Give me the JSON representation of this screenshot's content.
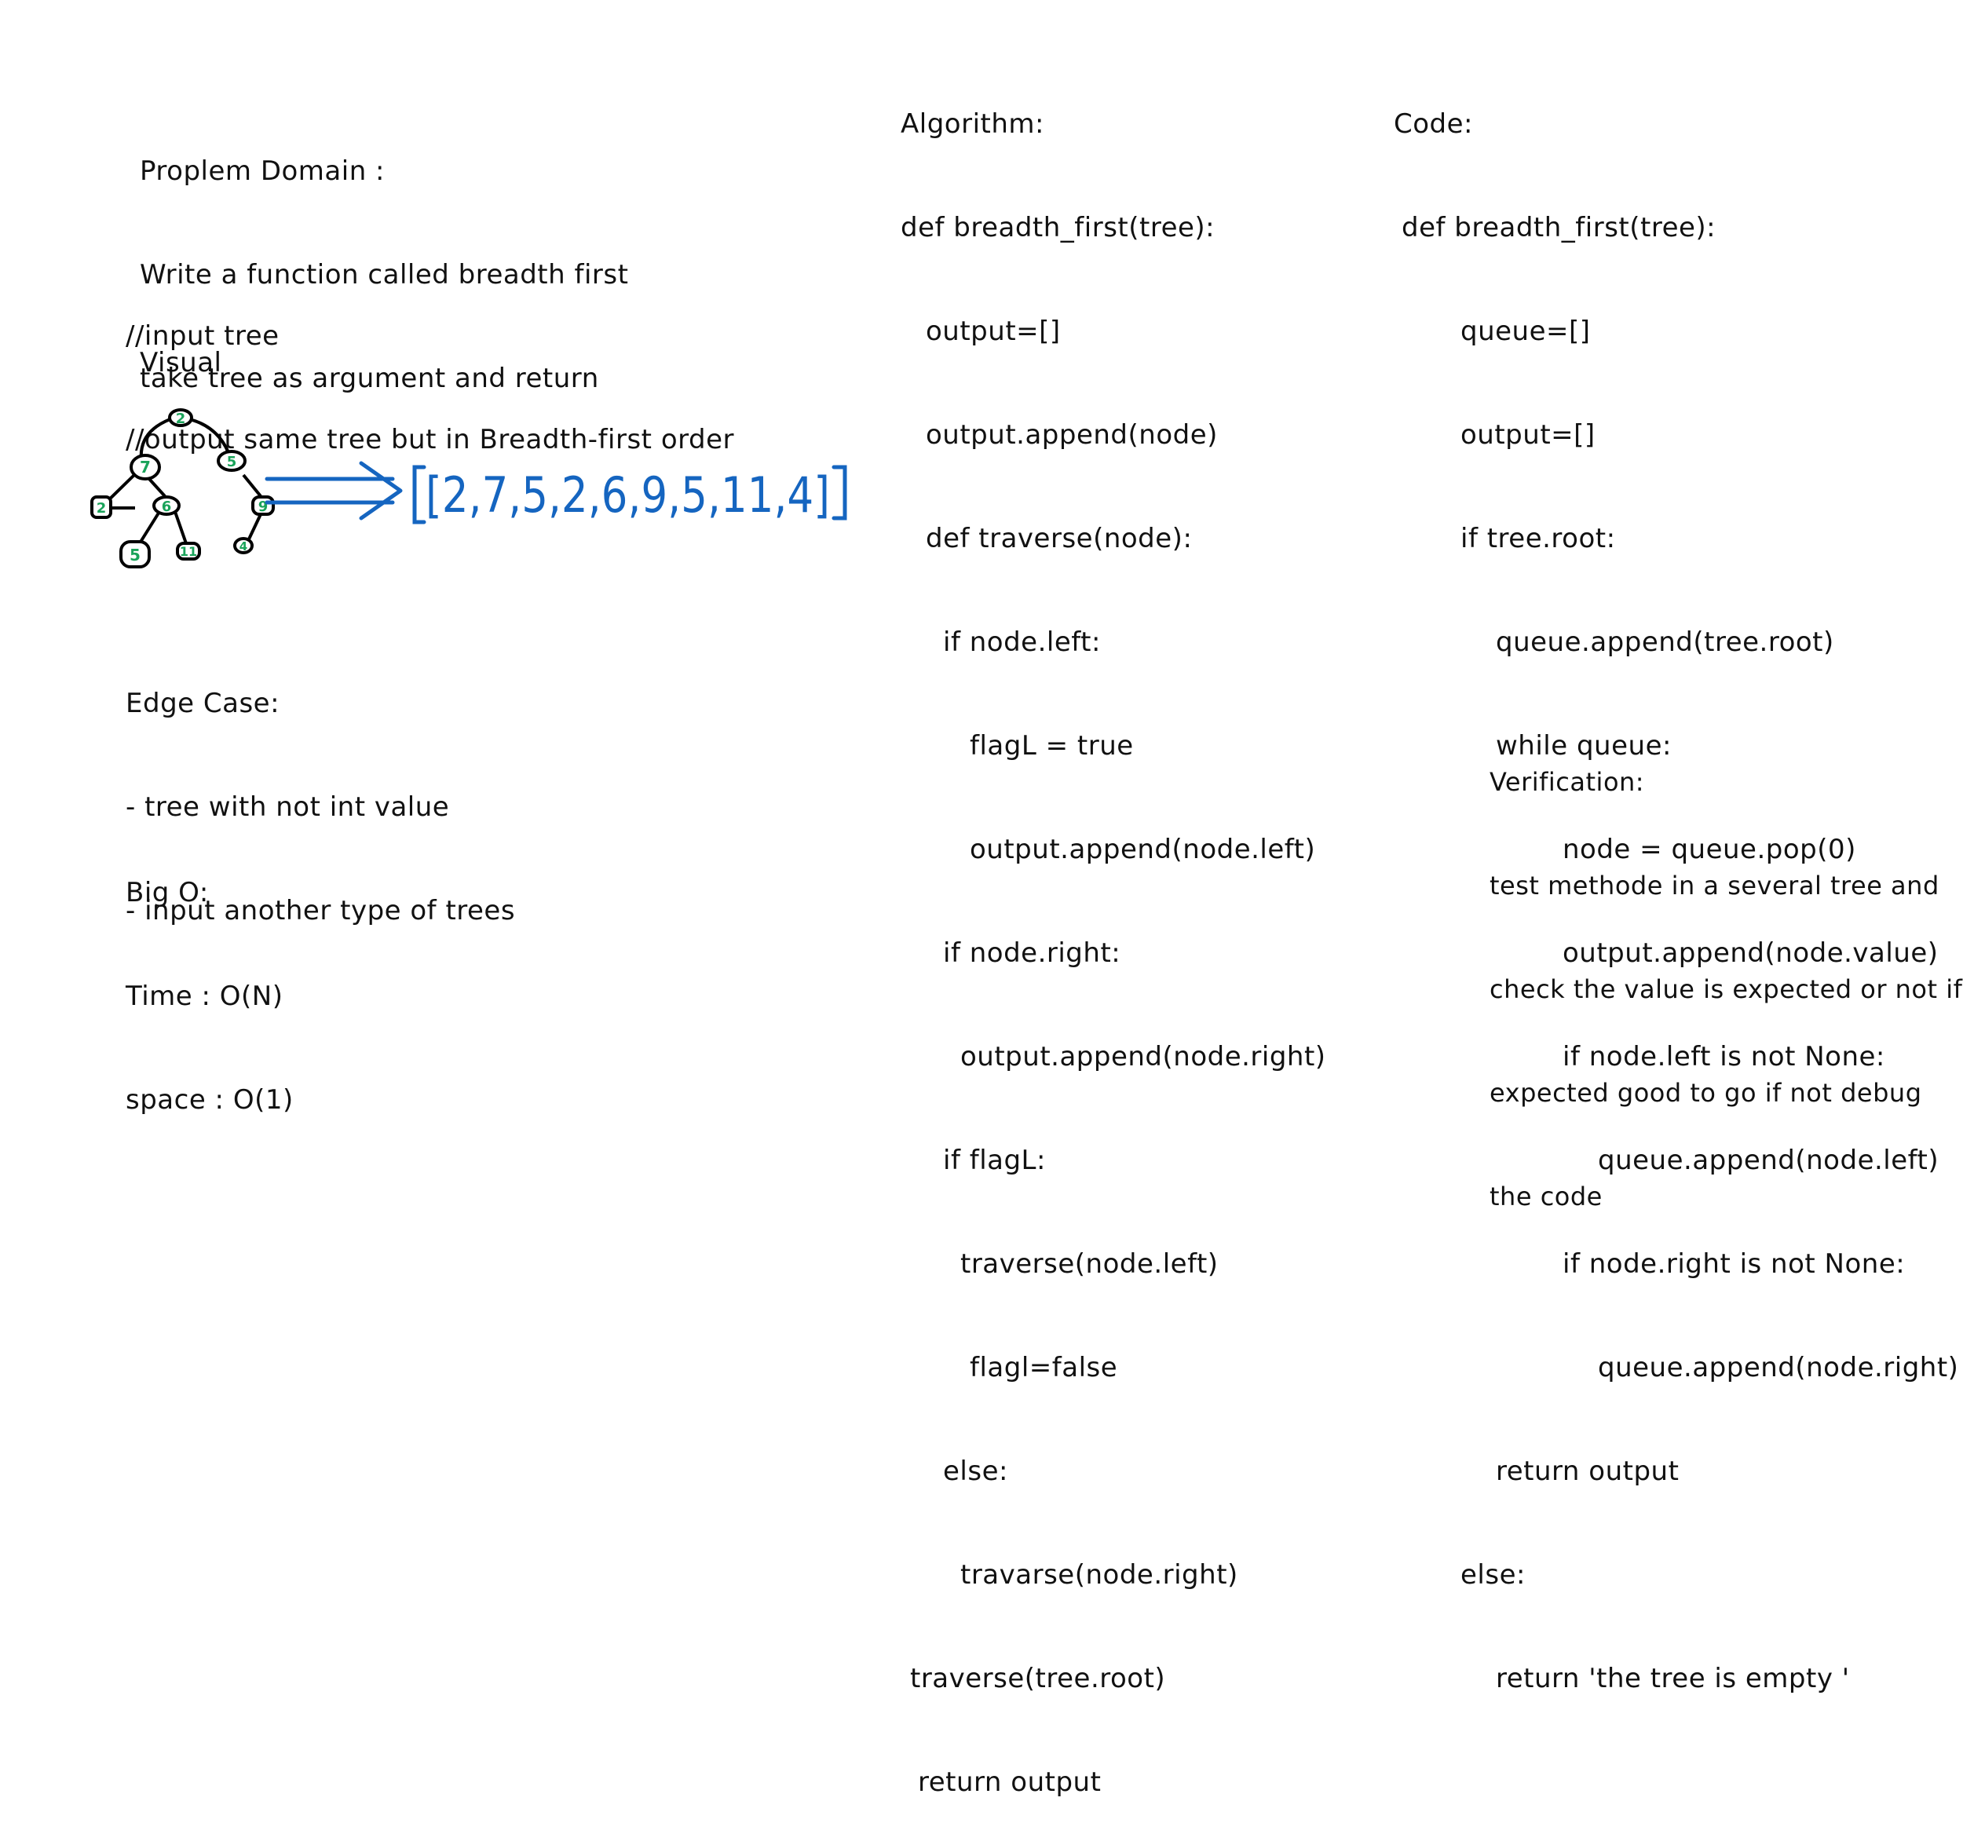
{
  "problem": {
    "heading": "Proplem Domain :",
    "lines": [
      "Write a function called breadth first",
      "take tree as argument and return"
    ]
  },
  "io": {
    "input": "//input tree",
    "output": "//output same tree but in Breadth-first order"
  },
  "visual": {
    "heading": "Visual",
    "node_labels": [
      "2",
      "7",
      "5",
      "2",
      "6",
      "9",
      "5",
      "11",
      "4"
    ],
    "result": "[2,7,5,2,6,9,5,11,4]",
    "tree_color": "#000000",
    "node_text_color": "#1aa35a",
    "result_color": "#1565c0"
  },
  "edge": {
    "heading": "Edge Case:",
    "lines": [
      "- tree with not int value",
      "- input another type of trees"
    ]
  },
  "bigo": {
    "heading": "Big O:",
    "time": "Time : O(N)",
    "space": "space : O(1)"
  },
  "algorithm": {
    "heading": "Algorithm:",
    "lines": [
      "def breadth_first(tree):",
      "output=[]",
      "output.append(node)",
      "def traverse(node):",
      "if node.left:",
      "flagL = true",
      "output.append(node.left)",
      "if node.right:",
      "output.append(node.right)",
      "if flagL:",
      "traverse(node.left)",
      "flagl=false",
      "else:",
      "travarse(node.right)",
      "traverse(tree.root)",
      "return output"
    ]
  },
  "code": {
    "heading": "Code:",
    "lines": [
      "def breadth_first(tree):",
      "queue=[]",
      "output=[]",
      "if tree.root:",
      "queue.append(tree.root)",
      "while queue:",
      "node = queue.pop(0)",
      "output.append(node.value)",
      "if node.left is not None:",
      "queue.append(node.left)",
      "if node.right is not None:",
      "queue.append(node.right)",
      "return output",
      "else:",
      "return 'the tree is empty '"
    ]
  },
  "verification": {
    "heading": "Verification:",
    "lines": [
      "test methode in a several tree and",
      "check the value is expected or not if",
      "expected good to go if not debug",
      "the code"
    ]
  }
}
